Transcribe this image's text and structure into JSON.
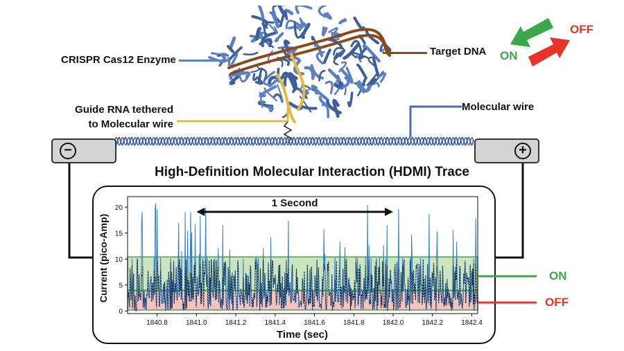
{
  "labels": {
    "enzyme": "CRISPR Cas12 Enzyme",
    "target_dna": "Target DNA",
    "guide_rna_line1": "Guide RNA tethered",
    "guide_rna_line2": "to Molecular wire",
    "molecular_wire": "Molecular wire",
    "switch_on": "ON",
    "switch_off": "OFF",
    "electrode_minus": "⊖",
    "electrode_plus": "⊕",
    "trace_title": "High-Definition Molecular Interaction (HDMI) Trace",
    "state_on": "ON",
    "state_off": "OFF"
  },
  "colors": {
    "enzyme_blue": "#5b80c4",
    "dna_brown": "#8a4a1c",
    "guide_yellow": "#e9b93c",
    "wire_blue": "#4a6cb3",
    "on_green": "#3aa84a",
    "off_red": "#e8322a",
    "trace_blue": "#2f7fd0"
  },
  "chart_data": {
    "type": "line",
    "xlabel": "Time (sec)",
    "ylabel": "Current (pico-Amp)",
    "xlim": [
      1840.65,
      1842.43
    ],
    "ylim": [
      -0.5,
      22
    ],
    "x_ticks": [
      "1840.8",
      "1841.0",
      "1841.2",
      "1841.4",
      "1841.6",
      "1841.8",
      "1842.0",
      "1842.2",
      "1842.4"
    ],
    "x_tick_values": [
      1840.8,
      1841.0,
      1841.2,
      1841.4,
      1841.6,
      1841.8,
      1842.0,
      1842.2,
      1842.4
    ],
    "y_ticks": [
      "0",
      "5",
      "10",
      "15",
      "20"
    ],
    "y_tick_values": [
      0,
      5,
      10,
      15,
      20
    ],
    "on_band": [
      4,
      10.4
    ],
    "off_band": [
      0.2,
      3.9
    ],
    "scale_bar": {
      "label": "1 Second",
      "from": 1841.0,
      "to": 1842.0
    },
    "series": [
      {
        "name": "",
        "style": "solid-blue"
      },
      {
        "name": "",
        "style": "dashed-black"
      }
    ]
  }
}
